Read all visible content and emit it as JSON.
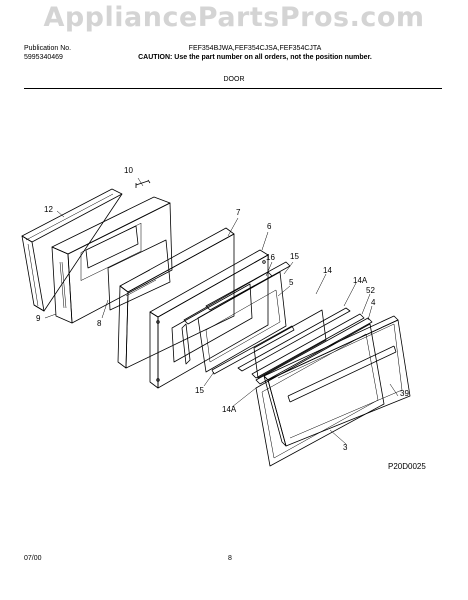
{
  "watermark": "AppliancePartsPros.com",
  "header": {
    "publication_label": "Publication No.",
    "publication_number": "5995340469",
    "models": "FEF354BJWA,FEF354CJSA,FEF354CJTA",
    "caution": "CAUTION:  Use the part number on all orders, not the position number."
  },
  "section_title": "DOOR",
  "part_labels": {
    "p10": "10",
    "p12": "12",
    "p9": "9",
    "p8": "8",
    "p7": "7",
    "p6": "6",
    "p16": "16",
    "p15a": "15",
    "p5": "5",
    "p14": "14",
    "p14A_top": "14A",
    "p52": "52",
    "p4": "4",
    "p15b": "15",
    "p14A_bottom": "14A",
    "p39": "39",
    "p3": "3"
  },
  "diagram_code": "P20D0025",
  "footer": {
    "date": "07/00",
    "page": "8"
  }
}
